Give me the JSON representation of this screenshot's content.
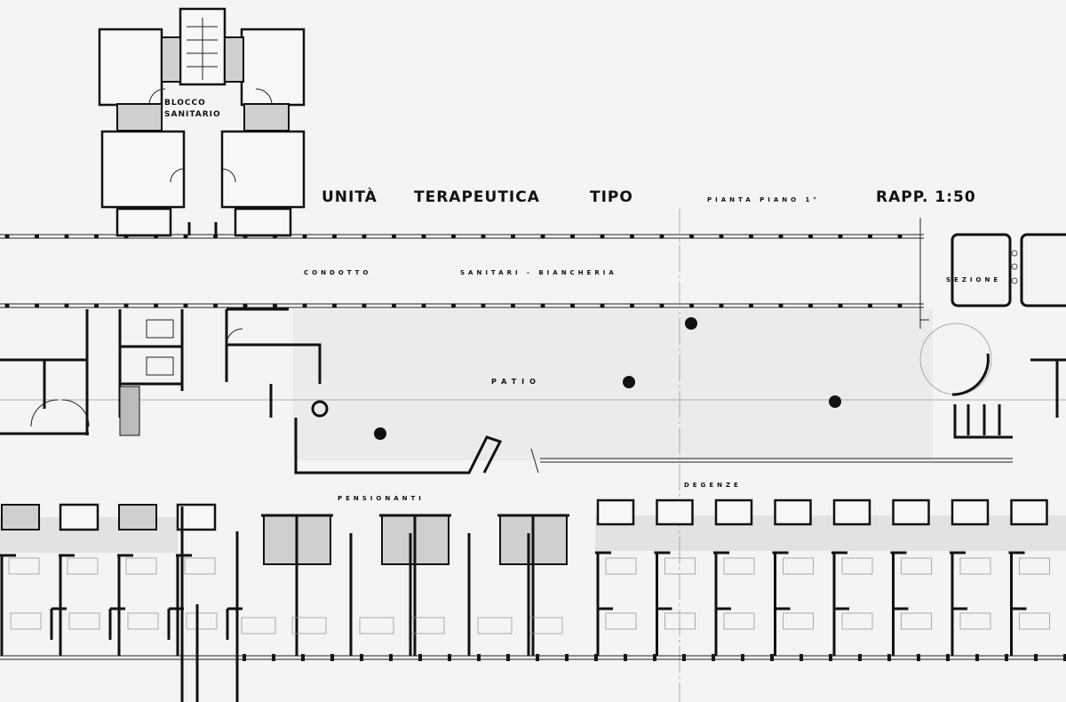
{
  "title": {
    "main_1": "UNITÀ",
    "main_2": "TERAPEUTICA",
    "main_3": "TIPO",
    "subtitle": "PIANTA PIANO 1°",
    "scale": "RAPP. 1:50"
  },
  "labels": {
    "blocco_1": "BLOCCO",
    "blocco_2": "SANITARIO",
    "condotto": "CONDOTTO",
    "sanitari": "SANITARI - BIANCHERIA",
    "patio": "PATIO",
    "sezione": "SEZIONE",
    "pensionanti": "PENSIONANTI",
    "degenze": "DEGENZE"
  },
  "colors": {
    "ink": "#111111",
    "paper": "#f4f4f4",
    "stipple": "#dcdcdc"
  }
}
